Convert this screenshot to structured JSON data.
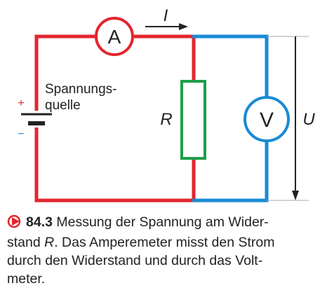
{
  "diagram": {
    "ammeter_symbol": "A",
    "voltmeter_symbol": "V",
    "current_label": "I",
    "resistor_label": "R",
    "voltage_label": "U",
    "source_label_line1": "Spannungs-",
    "source_label_line2": "quelle",
    "plus_sign": "+",
    "minus_sign": "−",
    "colors": {
      "red_wire": "#e3262d",
      "blue_wire": "#1a8ad4",
      "resistor": "#1e9e4a",
      "dark": "#222222",
      "polarity_red": "#e3262d",
      "polarity_blue": "#1a8ad4"
    }
  },
  "caption": {
    "figure_number": "84.3",
    "text_part1": " Messung der Spannung am Wider-",
    "text_part2": "stand ",
    "text_italic": "R",
    "text_part3": ". Das Amperemeter misst den Strom",
    "text_line3": "durch den Widerstand und durch das Volt-",
    "text_line4": "meter."
  }
}
